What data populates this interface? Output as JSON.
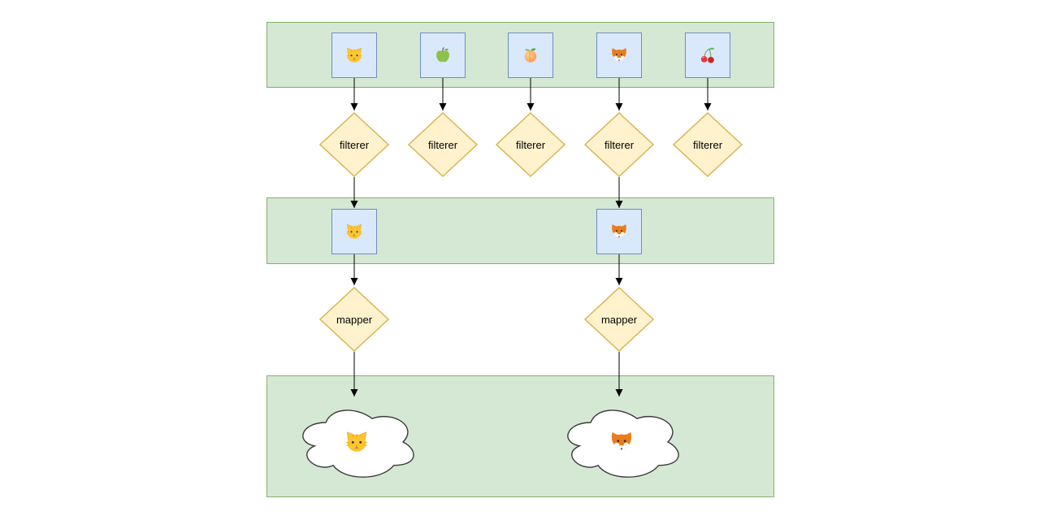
{
  "labels": {
    "filterer": "filterer",
    "mapper": "mapper"
  },
  "stages": {
    "inputs": {
      "name": "input-items-band",
      "items": [
        {
          "name": "cat",
          "icon": "cat-icon",
          "icon_ref": "#icon-cat"
        },
        {
          "name": "green-apple",
          "icon": "green-apple-icon",
          "icon_ref": "#icon-green-apple"
        },
        {
          "name": "peach",
          "icon": "peach-icon",
          "icon_ref": "#icon-peach"
        },
        {
          "name": "fox",
          "icon": "fox-icon",
          "icon_ref": "#icon-fox"
        },
        {
          "name": "cherries",
          "icon": "cherries-icon",
          "icon_ref": "#icon-cherries"
        }
      ]
    },
    "filterers": {
      "count": 5,
      "label": "filterer"
    },
    "filtered": {
      "name": "filtered-items-band",
      "items": [
        {
          "name": "cat",
          "icon": "cat-icon",
          "icon_ref": "#icon-cat"
        },
        {
          "name": "fox",
          "icon": "fox-icon",
          "icon_ref": "#icon-fox"
        }
      ]
    },
    "mappers": {
      "count": 2,
      "label": "mapper"
    },
    "results": {
      "name": "result-clouds-band",
      "items": [
        {
          "name": "cat",
          "icon": "cat-icon",
          "icon_ref": "#icon-cat"
        },
        {
          "name": "fox",
          "icon": "fox-icon",
          "icon_ref": "#icon-fox"
        }
      ]
    }
  },
  "colors": {
    "band_fill": "#d5e8d4",
    "band_border": "#82b366",
    "box_fill": "#dae8fc",
    "box_border": "#6c8ebf",
    "diamond_fill": "#fff2cc",
    "diamond_border": "#d6b656",
    "cloud_fill": "#ffffff",
    "cloud_border": "#3b3b3b",
    "arrow": "#000000",
    "background": "#ffffff"
  }
}
